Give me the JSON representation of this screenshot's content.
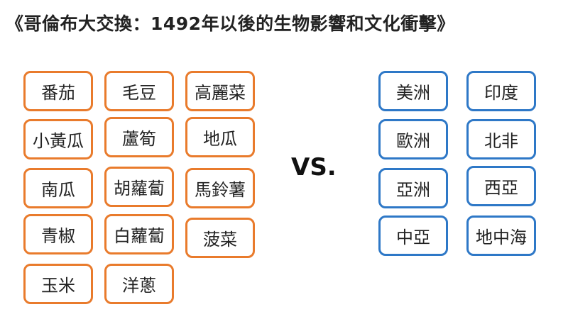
{
  "title": "《哥倫布大交換：1492年以後的生物影響和文化衝擊》",
  "vs_label": "VS.",
  "crops": [
    "番茄",
    "毛豆",
    "高麗菜",
    "小黃瓜",
    "蘆筍",
    "地瓜",
    "南瓜",
    "胡蘿蔔",
    "馬鈴薯",
    "青椒",
    "白蘿蔔",
    "菠菜",
    "玉米",
    "洋蔥"
  ],
  "regions": [
    "美洲",
    "印度",
    "歐洲",
    "北非",
    "亞洲",
    "西亞",
    "中亞",
    "地中海"
  ],
  "colors": {
    "crop_border": "#E97B2C",
    "region_border": "#2E78C7"
  }
}
